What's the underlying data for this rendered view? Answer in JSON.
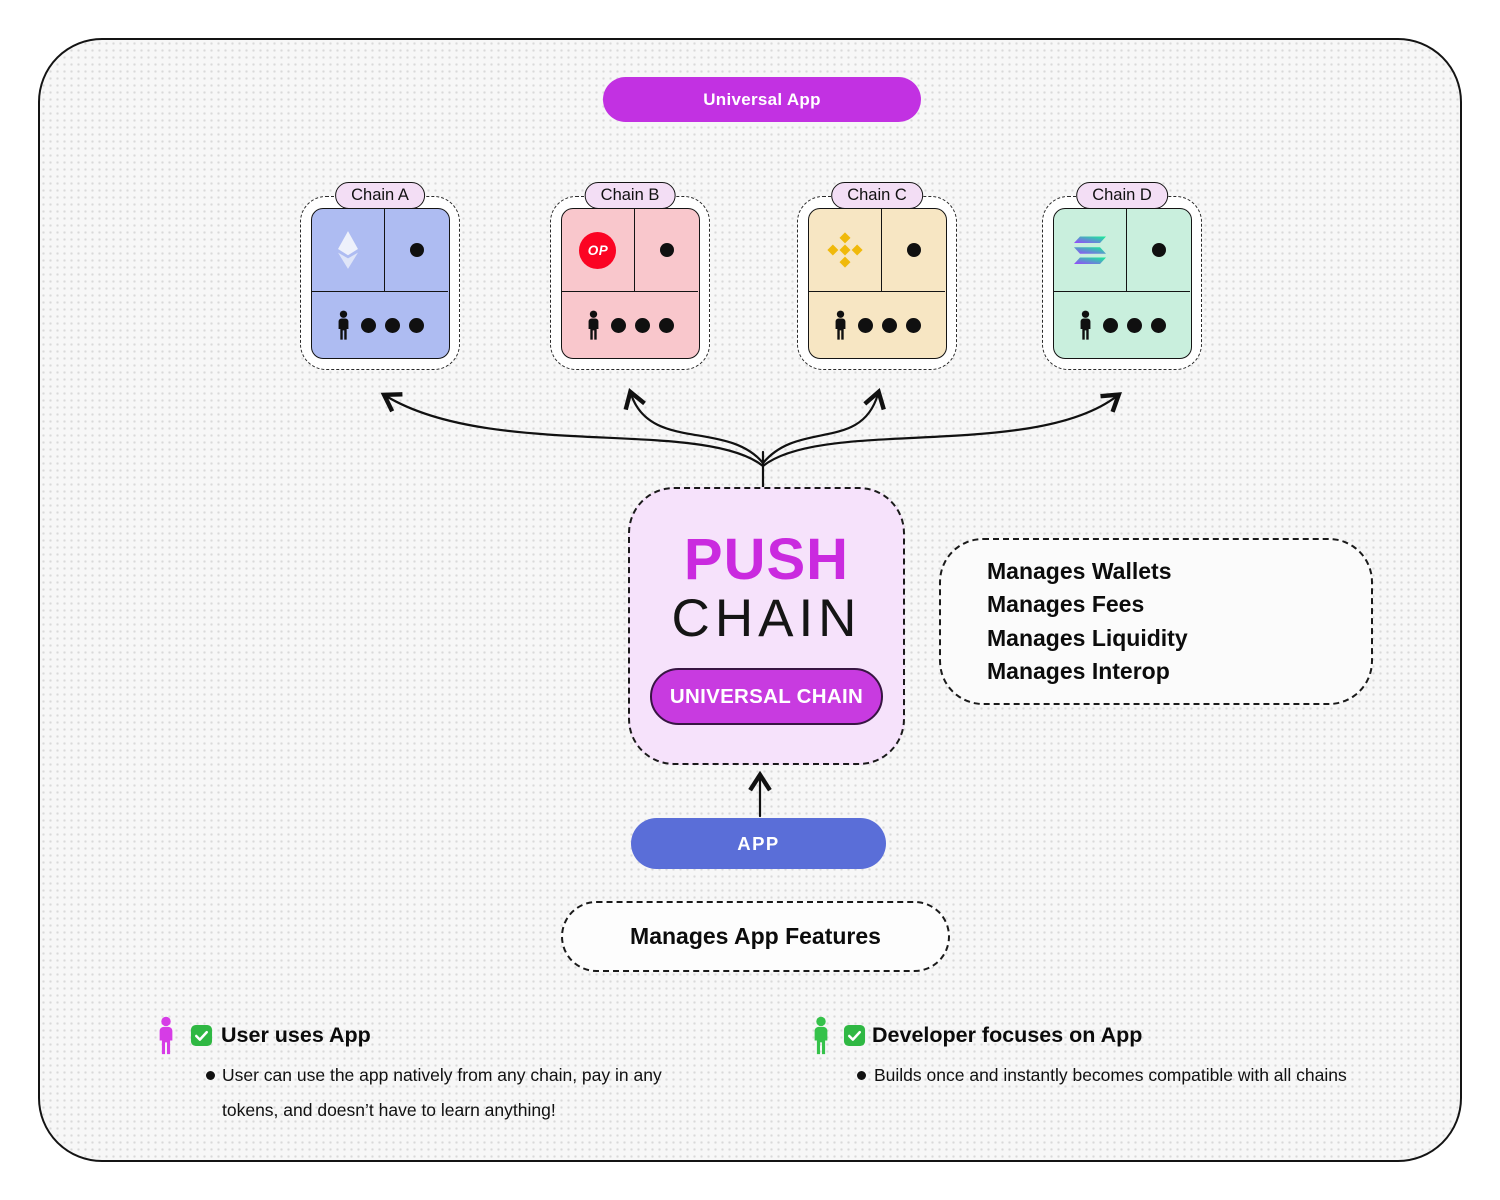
{
  "colors": {
    "universal_app_pill": "#c231e2",
    "app_pill": "#5a6ed8",
    "universal_chain_pill": "#c83be0",
    "push_brand": "#ca2adf",
    "user_icon": "#d63ce6",
    "developer_icon": "#35c24a"
  },
  "universal_app_label": "Universal App",
  "chains": [
    {
      "label": "Chain A",
      "panel_color": "#aebcf2",
      "logo": "ethereum-logo"
    },
    {
      "label": "Chain B",
      "panel_color": "#f9c7cc",
      "logo": "optimism-logo",
      "logo_text": "OP"
    },
    {
      "label": "Chain C",
      "panel_color": "#f7e6c3",
      "logo": "binance-logo"
    },
    {
      "label": "Chain D",
      "panel_color": "#c9efdd",
      "logo": "solana-logo"
    }
  ],
  "push_chain": {
    "brand_line1": "PUSH",
    "brand_line2": "CHAIN",
    "pill_label": "UNIVERSAL CHAIN"
  },
  "manages_chain_box": {
    "items": [
      "Manages Wallets",
      "Manages Fees",
      "Manages Liquidity",
      "Manages Interop"
    ]
  },
  "app": {
    "pill_label": "APP"
  },
  "manages_app_box": {
    "label": "Manages App Features"
  },
  "legend": {
    "user": {
      "title": "User uses App",
      "bullet": "User can use the app natively from any chain, pay in any tokens, and doesn’t have to learn anything!"
    },
    "developer": {
      "title": "Developer focuses on App",
      "bullet": "Builds once and instantly becomes compatible with all chains"
    }
  }
}
